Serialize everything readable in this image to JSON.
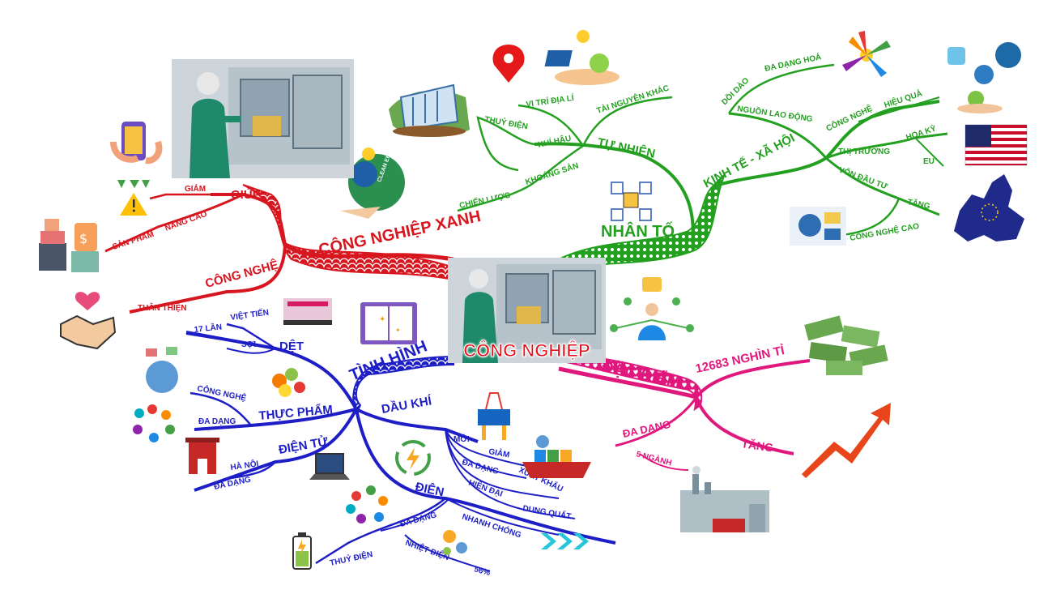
{
  "center": {
    "title": "CÔNG NGHIỆP"
  },
  "branches": {
    "green_industry": {
      "title": "CÔNG NGHIỆP XANH",
      "sub_help": "GIÚP",
      "sub_tech": "CÔNG NGHỆ",
      "reduce": "GIẢM",
      "improve": "NÂNG CAO",
      "product": "SẢN PHẨM",
      "friendly": "THÂN THIỆN",
      "badge": "CLEAN ENERGIES"
    },
    "factors": {
      "title": "NHÂN TỐ",
      "natural": "TỰ NHIÊN",
      "location": "VỊ TRÍ ĐỊA LÍ",
      "other_resources": "TÀI NGUYÊN KHÁC",
      "hydro": "THUỶ ĐIỆN",
      "climate": "KHÍ HẬU",
      "minerals": "KHOÁNG SẢN",
      "strategy": "CHIẾN LƯỢC",
      "socio_economic": "KINH TẾ - XÃ HỘI",
      "abundant": "DỒI DÀO",
      "diversify": "ĐA DẠNG HOÁ",
      "labor": "NGUỒN LAO ĐỘNG",
      "technology": "CÔNG NGHỆ",
      "efficient": "HIỆU QUẢ",
      "market": "THỊ TRƯỜNG",
      "usa": "HOA KỲ",
      "eu": "EU",
      "investment": "VỐN ĐẦU TƯ",
      "increase": "TĂNG",
      "high_tech": "CÔNG NGHỆ CAO"
    },
    "situation": {
      "title": "TÌNH HÌNH",
      "textile": "DỆT",
      "vietnam": "VIỆT TIẾN",
      "fiber": "SỢI",
      "times17": "17 LẦN",
      "food": "THỰC PHẨM",
      "food_tech": "CÔNG NGHỆ",
      "food_diverse": "ĐA DẠNG",
      "electronics": "ĐIỆN TỬ",
      "hanoi": "HÀ NỘI",
      "elec_diverse": "ĐA DẠNG",
      "oil_gas": "DẦU KHÍ",
      "new": "MỚI",
      "reduce": "GIẢM",
      "oil_diverse": "ĐA DẠNG",
      "export": "XUẤT KHẨU",
      "modern": "HIỆN ĐẠI",
      "dung_quat": "DUNG QUẤT",
      "electricity": "ĐIỆN",
      "pow_diverse": "ĐA DẠNG",
      "fast": "NHANH CHÓNG",
      "hydro": "THUỶ ĐIỆN",
      "thermal": "NHIỆT ĐIỆN",
      "percent": "56%"
    },
    "features": {
      "title": "ĐẶC ĐIỂM",
      "value": "12683 NGHÌN TỈ",
      "diverse": "ĐA DẠNG",
      "sectors": "5 NGÀNH",
      "increase": "TĂNG"
    }
  },
  "colors": {
    "red": "#d7161f",
    "green": "#23a01f",
    "blue": "#1d1ec6",
    "pink": "#e0177c",
    "center_text": "#e8101a"
  }
}
